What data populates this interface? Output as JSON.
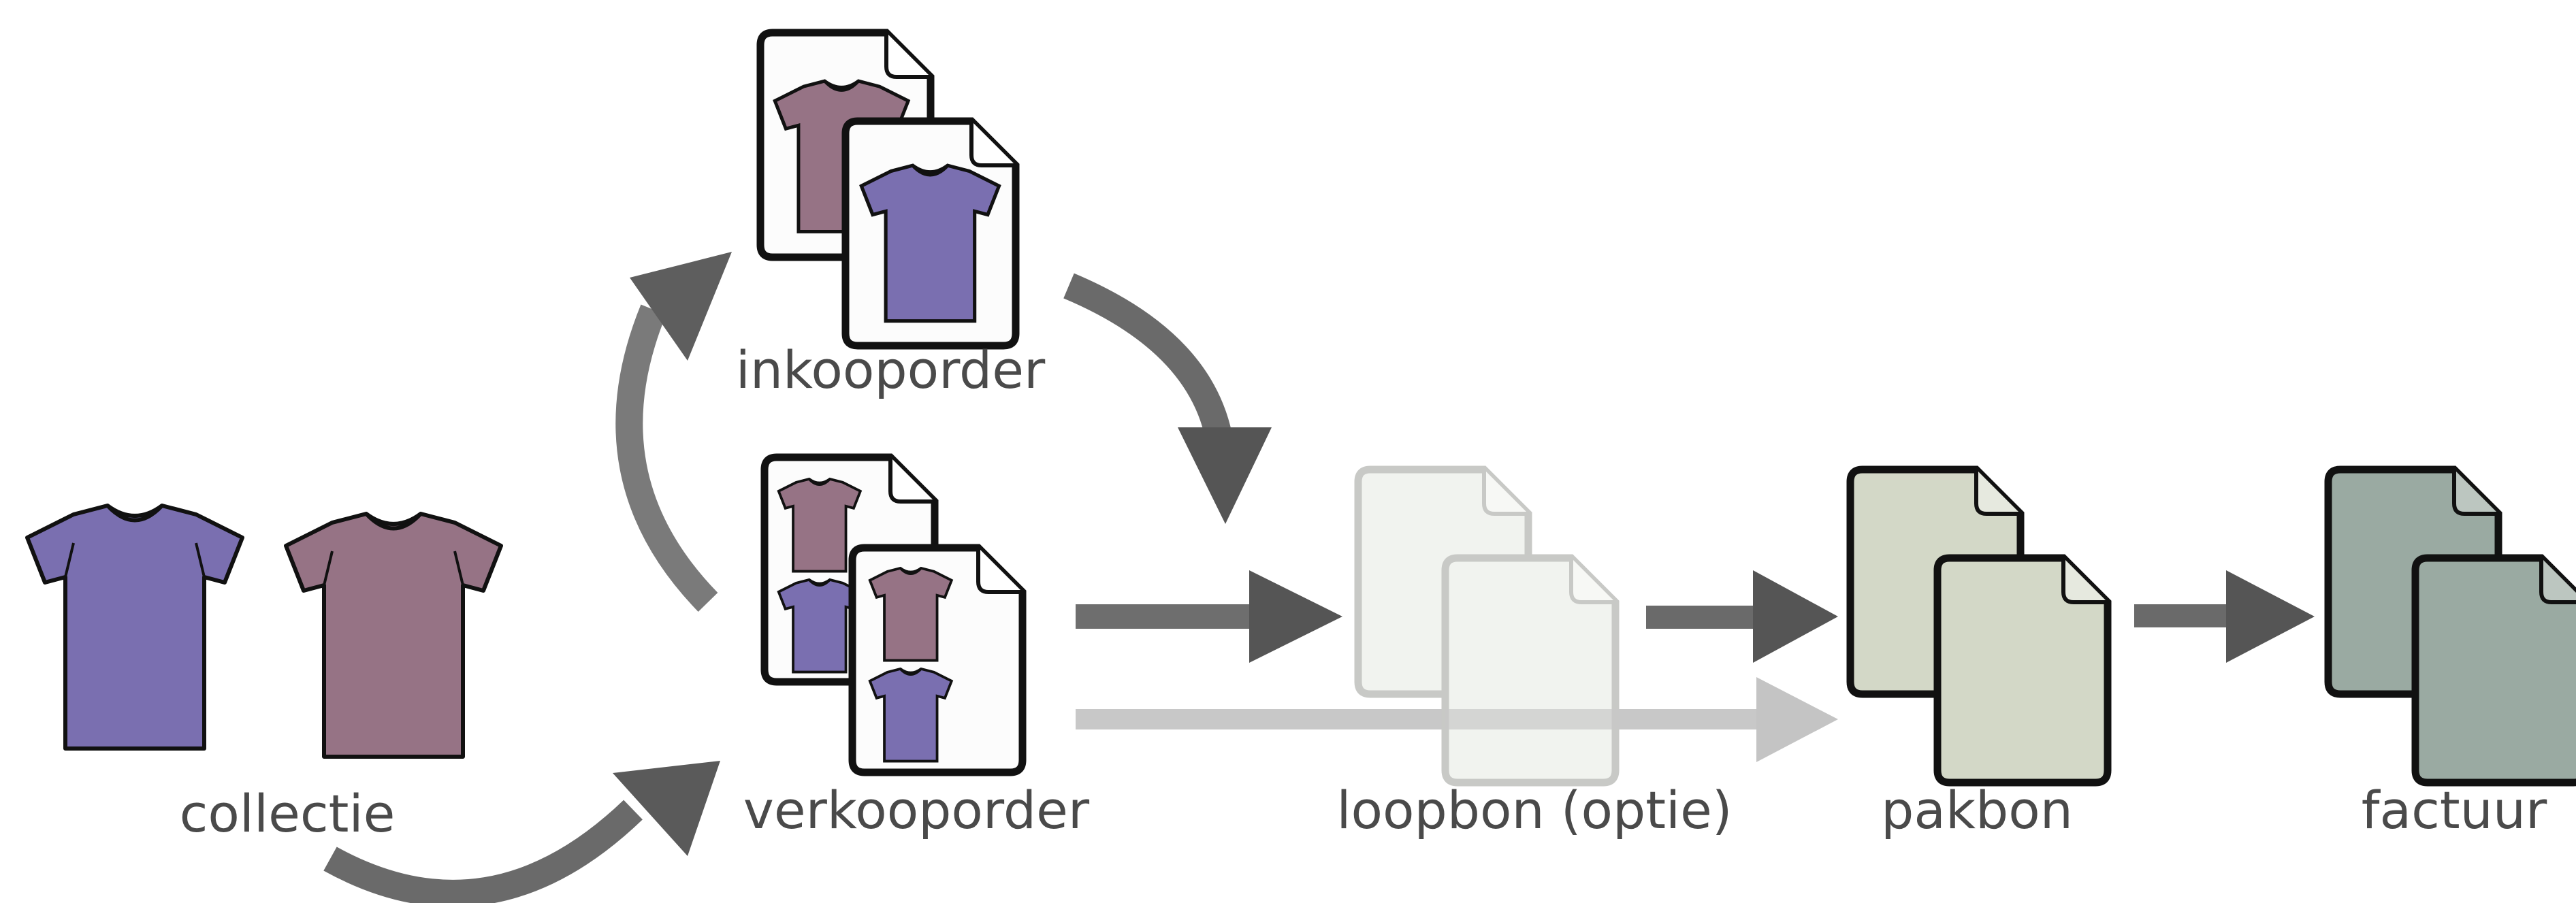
{
  "labels": {
    "collectie": "collectie",
    "inkooporder": "inkooporder",
    "verkooporder": "verkooporder",
    "loopbon": "loopbon (optie)",
    "pakbon": "pakbon",
    "factuur": "factuur"
  },
  "colors": {
    "shirt_purple": "#7a6fb0",
    "shirt_mauve": "#967385",
    "paper_white": "#fcfcfc",
    "loopbon_paper": "#f1f3ef",
    "loopbon_border": "#c8c9c6",
    "pakbon_paper": "#d3d8c7",
    "factuur_paper": "#9aaaa2",
    "arrow_dark": "#666666",
    "arrow_light": "#c8c8c8",
    "outline": "#111111",
    "text": "#4a4a4a"
  },
  "icons": [
    "tshirt-icon",
    "document-icon",
    "arrow-icon"
  ]
}
